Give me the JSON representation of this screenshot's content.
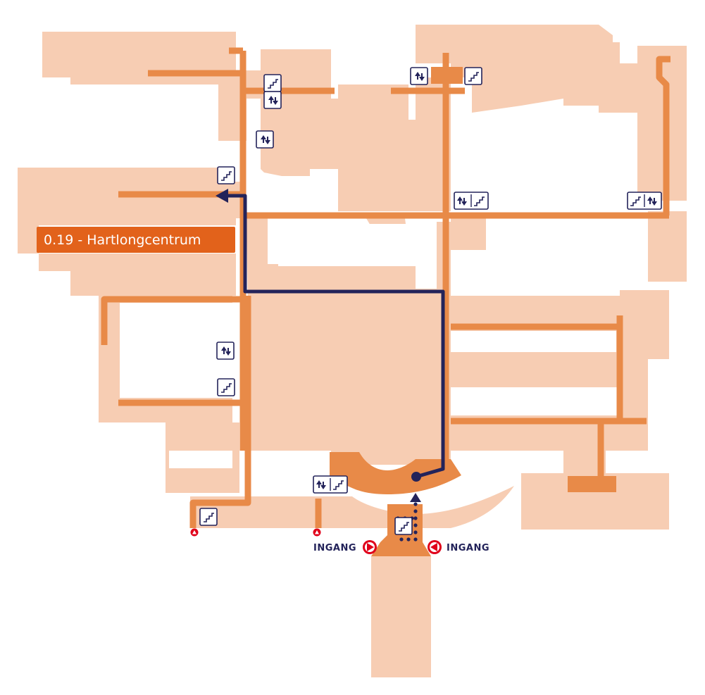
{
  "destination": {
    "label": "0.19 - Hartlongcentrum"
  },
  "entrances": {
    "left_label": "INGANG",
    "right_label": "INGANG"
  },
  "legend_icons": [
    "stairs-icon",
    "elevator-icon"
  ],
  "colors": {
    "building": "#f7cdb3",
    "corridor": "#e88a48",
    "route": "#23235a",
    "destination_label_bg": "#e2621b",
    "entrance_marker": "#e0001a"
  }
}
